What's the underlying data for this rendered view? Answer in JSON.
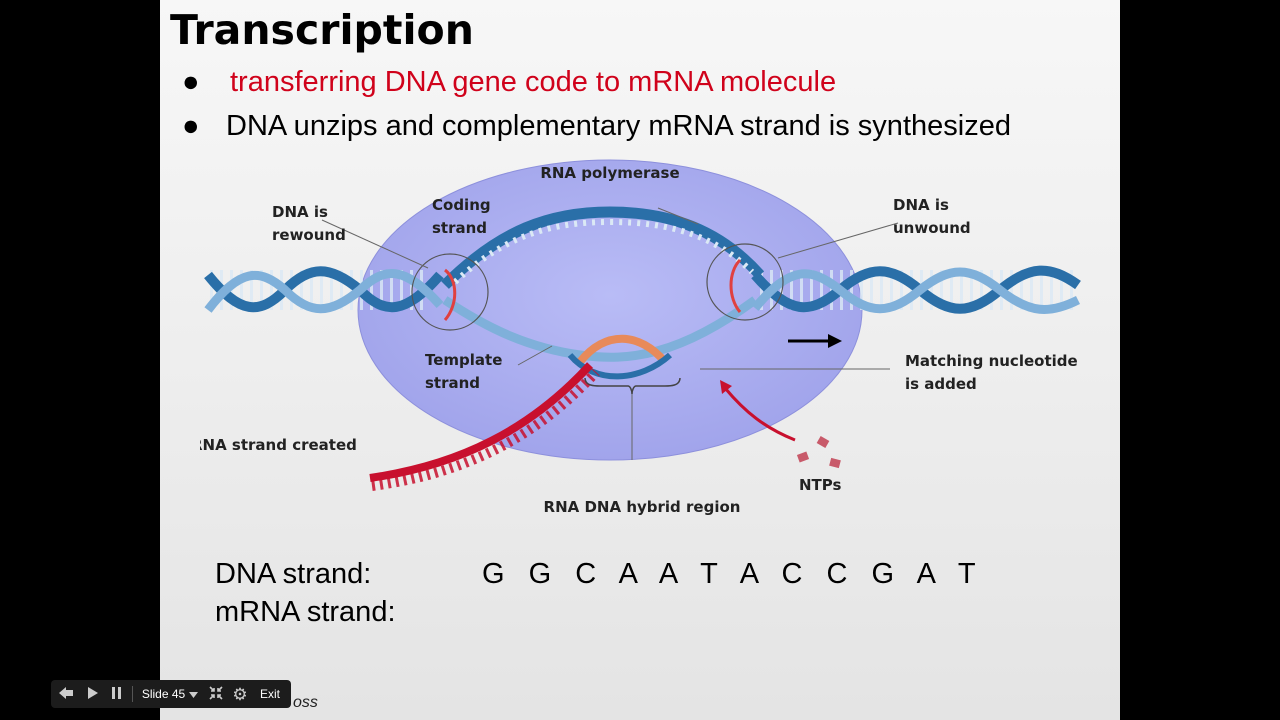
{
  "slide": {
    "title": "Transcription",
    "bullets": [
      {
        "text": "transferring DNA gene code to mRNA molecule",
        "color": "#d0021b"
      },
      {
        "text": "DNA unzips and complementary mRNA strand is synthesized",
        "color": "#000000"
      }
    ],
    "bullet_symbol": "●",
    "diagram_labels": {
      "rna_polymerase": "RNA polymerase",
      "coding": "Coding",
      "strand": "strand",
      "dna_is": "DNA is",
      "rewound": "rewound",
      "unwound": "unwound",
      "template": "Template",
      "matching_nucleotide": "Matching nucleotide",
      "is_added": "is added",
      "rna_strand_created": "RNA strand created",
      "ntps": "NTPs",
      "hybrid_region": "RNA DNA hybrid region"
    },
    "dna_strand_label": "DNA strand:",
    "mrna_strand_label": "mRNA strand:",
    "dna_sequence": "G G C A A T A C C G A T",
    "credit_fragment": "oss"
  },
  "toolbar": {
    "slide_label": "Slide 45",
    "exit_label": "Exit",
    "icons": [
      "previous-icon",
      "next-icon",
      "pause-icon",
      "chevron-down-icon",
      "exit-fullscreen-icon",
      "gear-icon"
    ]
  },
  "colors": {
    "polymerase": "#a9acf0",
    "dna_blue": "#2a6fa8",
    "dna_light": "#9cc4e4",
    "rna_red": "#c8102e",
    "bullet_red": "#d0021b"
  }
}
